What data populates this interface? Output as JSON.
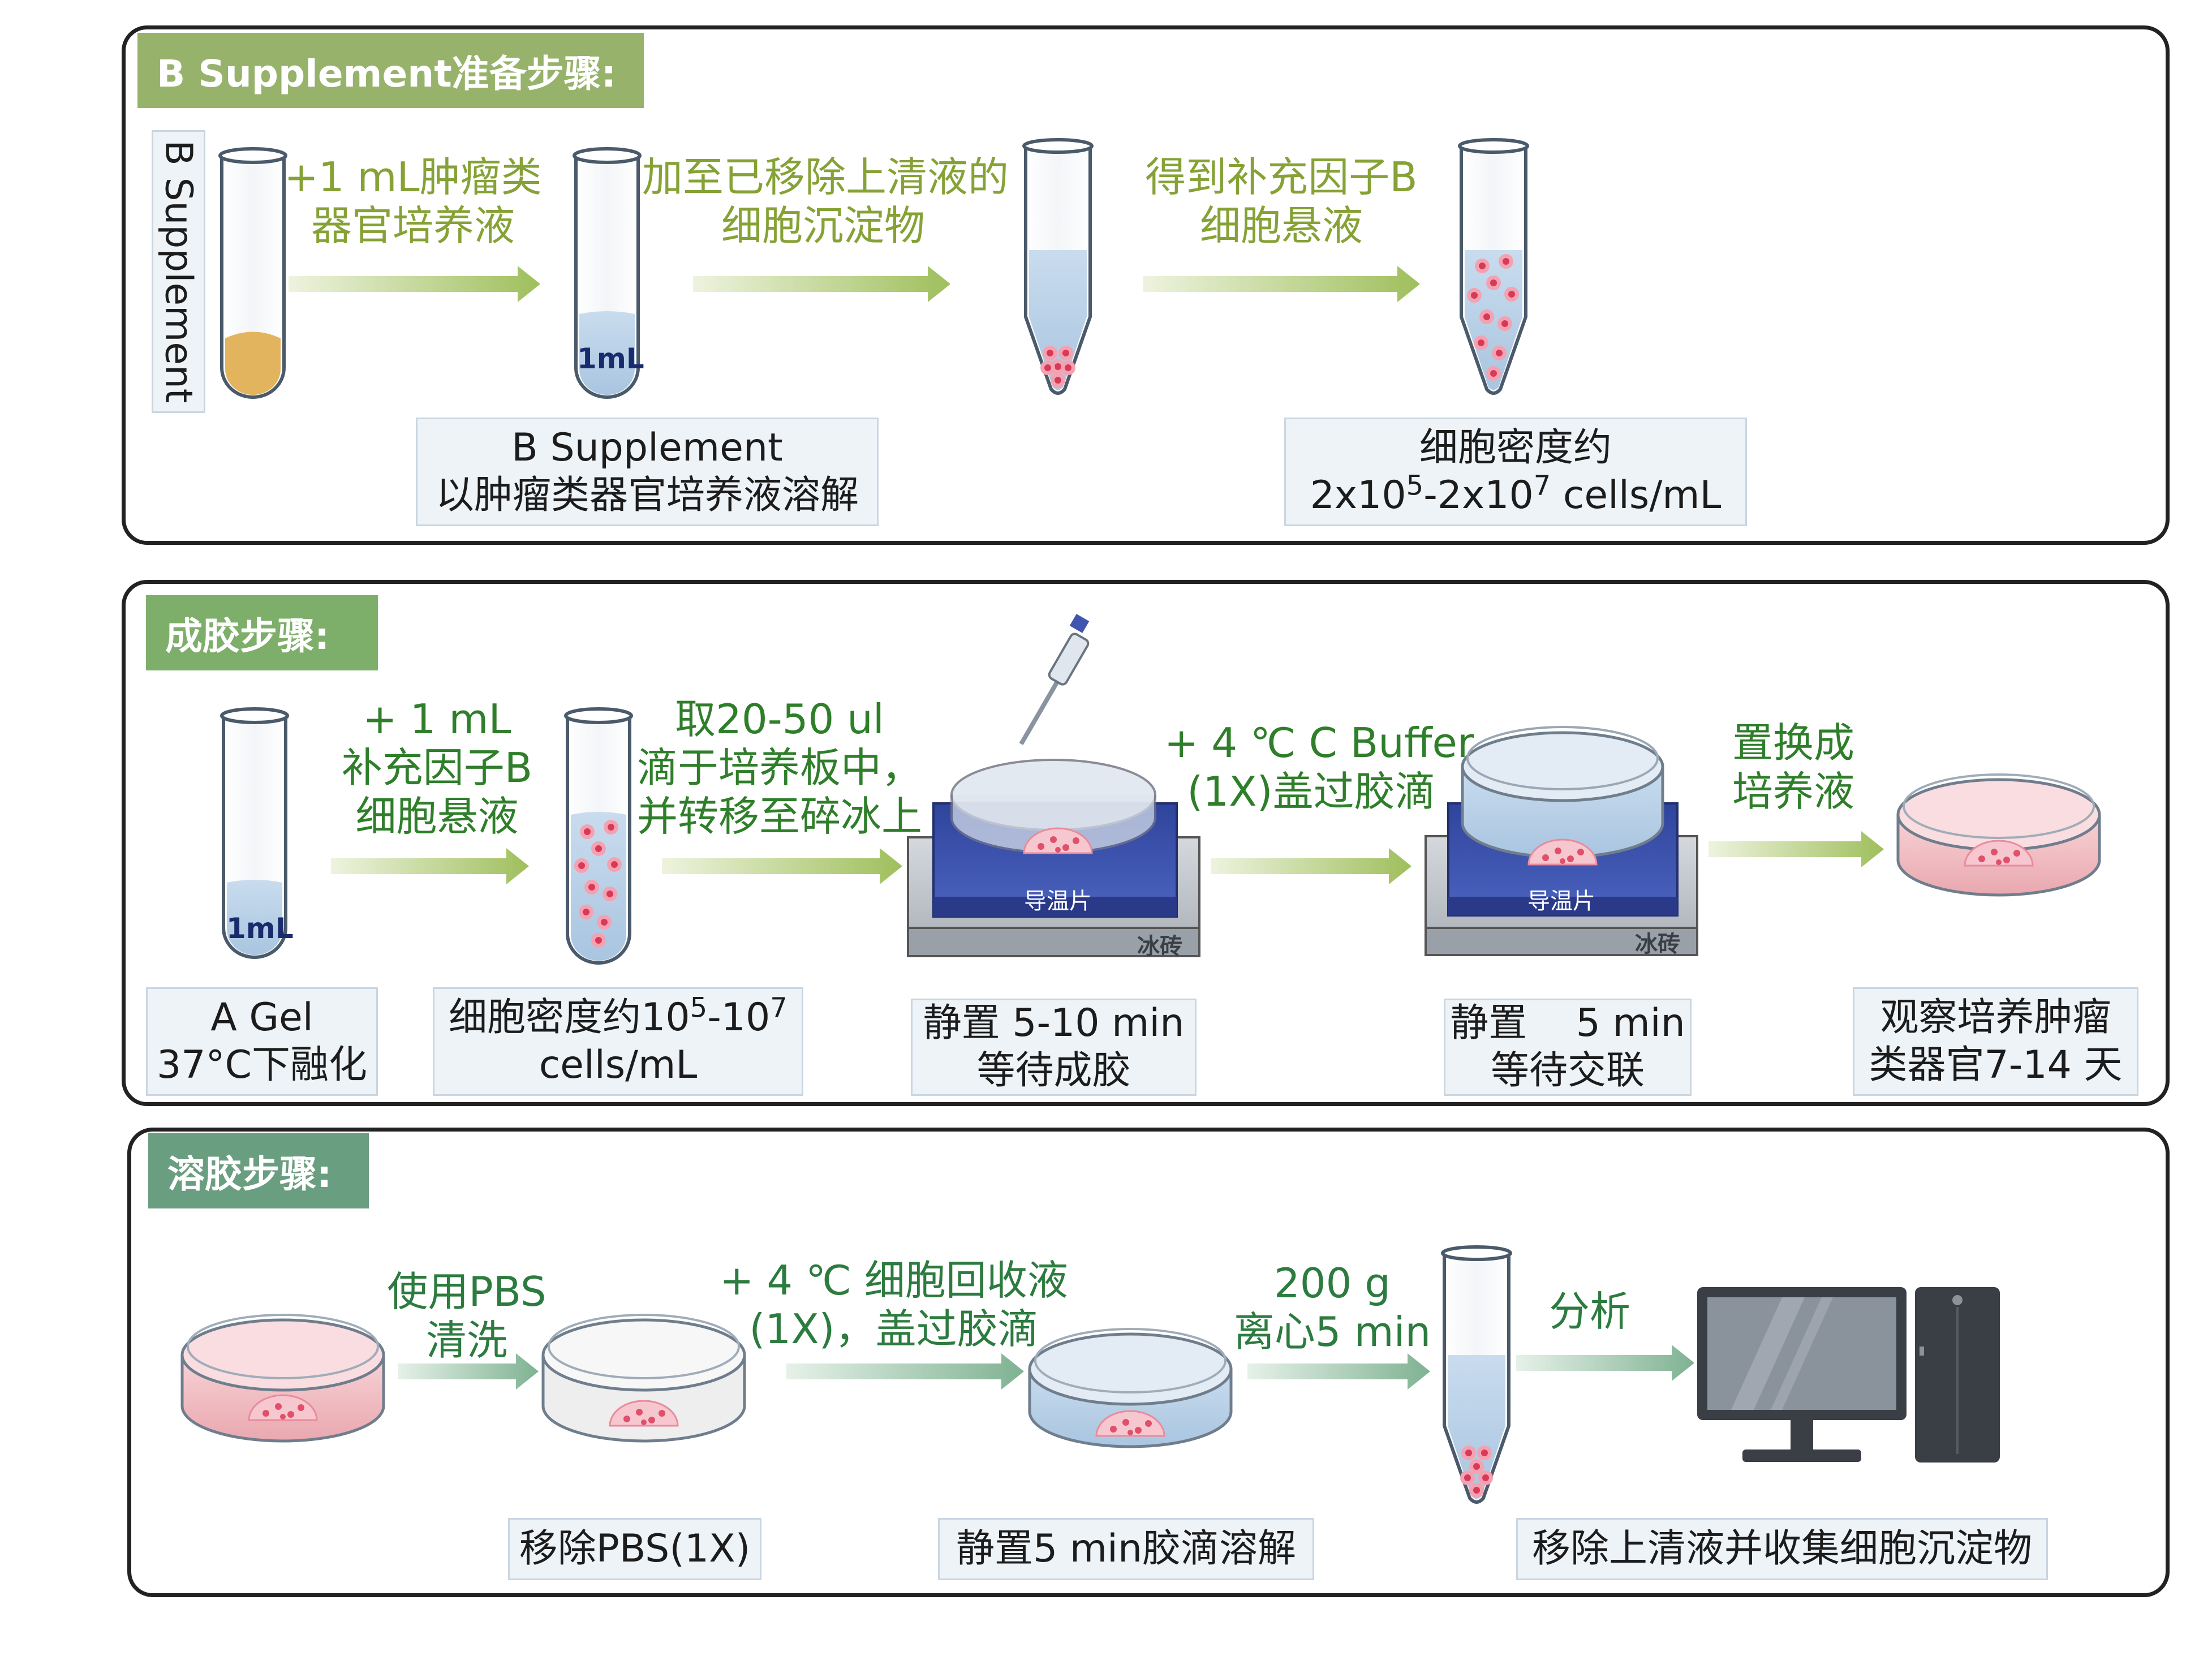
{
  "sections": {
    "b_supplement": {
      "title": "B Supplement准备步骤:",
      "tube_label": "B Supplement",
      "volume_label": "1mL",
      "steps": [
        "+1 mL肿瘤类\n器官培养液",
        "加至已移除上清液的\n细胞沉淀物",
        "得到补充因子B\n细胞悬液"
      ],
      "label_dissolve": "B Supplement\n以肿瘤类器官培养液溶解",
      "density_line1": "细胞密度约",
      "density_base1": "2x10",
      "density_exp1": "5",
      "density_mid": "-2x10",
      "density_exp2": "7",
      "density_unit": " cells/mL"
    },
    "gel": {
      "title": "成胶步骤:",
      "volume_label": "1mL",
      "steps": [
        "+ 1 mL\n补充因子B\n细胞悬液",
        "取20-50 ul\n滴于培养板中，\n并转移至碎冰上",
        "+ 4 ℃ C Buffer\n(1X)盖过胶滴",
        "置换成\n培养液"
      ],
      "plate_label": "导温片",
      "ice_label": "冰砖",
      "label_agel": "A Gel\n37°C下融化",
      "density_pre": "细胞密度约10",
      "density_exp1": "5",
      "density_mid": "-10",
      "density_exp2": "7",
      "density_unit": "cells/mL",
      "label_stand1": "静置 5-10 min\n等待成胶",
      "label_stand2": "静置    5 min\n等待交联",
      "label_observe": "观察培养肿瘤\n类器官7-14 天"
    },
    "dissolve": {
      "title": "溶胶步骤:",
      "steps": [
        "使用PBS\n清洗",
        "+ 4 ℃ 细胞回收液\n(1X)，盖过胶滴",
        "200 g\n离心5 min",
        "分析"
      ],
      "label_remove_pbs": "移除PBS(1X)",
      "label_stand": "静置5 min胶滴溶解",
      "label_collect": "移除上清液并收集细胞沉淀物"
    }
  },
  "colors": {
    "badge1": "#97b26b",
    "badge2": "#7eaf6a",
    "badge3": "#6a9e80",
    "step_green1": "#86a236",
    "step_green2": "#2f7e2a",
    "cell_red": "#e0506a",
    "medium_blue": "#b9d3e8",
    "pink_medium": "#f2bfc5",
    "plate_blue": "#3f55b0",
    "ice_gray": "#b9bec6"
  }
}
